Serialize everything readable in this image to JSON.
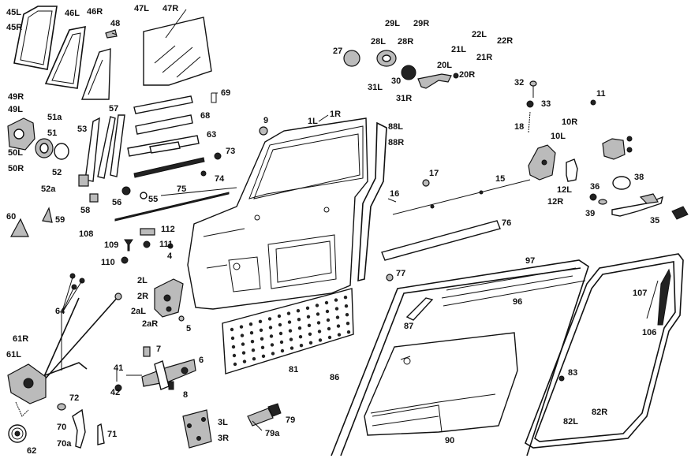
{
  "labels": {
    "p45L": "45L",
    "p45R": "45R",
    "p46L": "46L",
    "p46R": "46R",
    "p47L": "47L",
    "p47R": "47R",
    "p48": "48",
    "p49R": "49R",
    "p49L": "49L",
    "p51a": "51a",
    "p51": "51",
    "p50L": "50L",
    "p50R": "50R",
    "p52": "52",
    "p52a": "52a",
    "p53": "53",
    "p57": "57",
    "p69": "69",
    "p68": "68",
    "p63": "63",
    "p73": "73",
    "p74": "74",
    "p75": "75",
    "p58": "58",
    "p56": "56",
    "p55": "55",
    "p60": "60",
    "p59": "59",
    "p108": "108",
    "p112": "112",
    "p109": "109",
    "p111": "111",
    "p110": "110",
    "p4": "4",
    "p9": "9",
    "p1L": "1L",
    "p1R": "1R",
    "p88L": "88L",
    "p88R": "88R",
    "p27": "27",
    "p29L": "29L",
    "p29R": "29R",
    "p28L": "28L",
    "p28R": "28R",
    "p31L": "31L",
    "p30": "30",
    "p31R": "31R",
    "p22L": "22L",
    "p22R": "22R",
    "p21L": "21L",
    "p21R": "21R",
    "p20L": "20L",
    "p20R": "20R",
    "p32": "32",
    "p33": "33",
    "p11": "11",
    "p18": "18",
    "p10R": "10R",
    "p10L": "10L",
    "p17": "17",
    "p15": "15",
    "p16": "16",
    "p12L": "12L",
    "p12R": "12R",
    "p38": "38",
    "p36": "36",
    "p39": "39",
    "p35": "35",
    "p76": "76",
    "p77": "77",
    "p97": "97",
    "p96": "96",
    "p107": "107",
    "p106": "106",
    "p87": "87",
    "p2L": "2L",
    "p2R": "2R",
    "p2aL": "2aL",
    "p2aR": "2aR",
    "p5": "5",
    "p64": "64",
    "p61R": "61R",
    "p61L": "61L",
    "p7": "7",
    "p6": "6",
    "p41": "41",
    "p42": "42",
    "p8": "8",
    "p81": "81",
    "p86": "86",
    "p83": "83",
    "p72": "72",
    "p70": "70",
    "p70a": "70a",
    "p71": "71",
    "p62": "62",
    "p3L": "3L",
    "p3R": "3R",
    "p79": "79",
    "p79a": "79a",
    "p90": "90",
    "p82L": "82L",
    "p82R": "82R"
  }
}
